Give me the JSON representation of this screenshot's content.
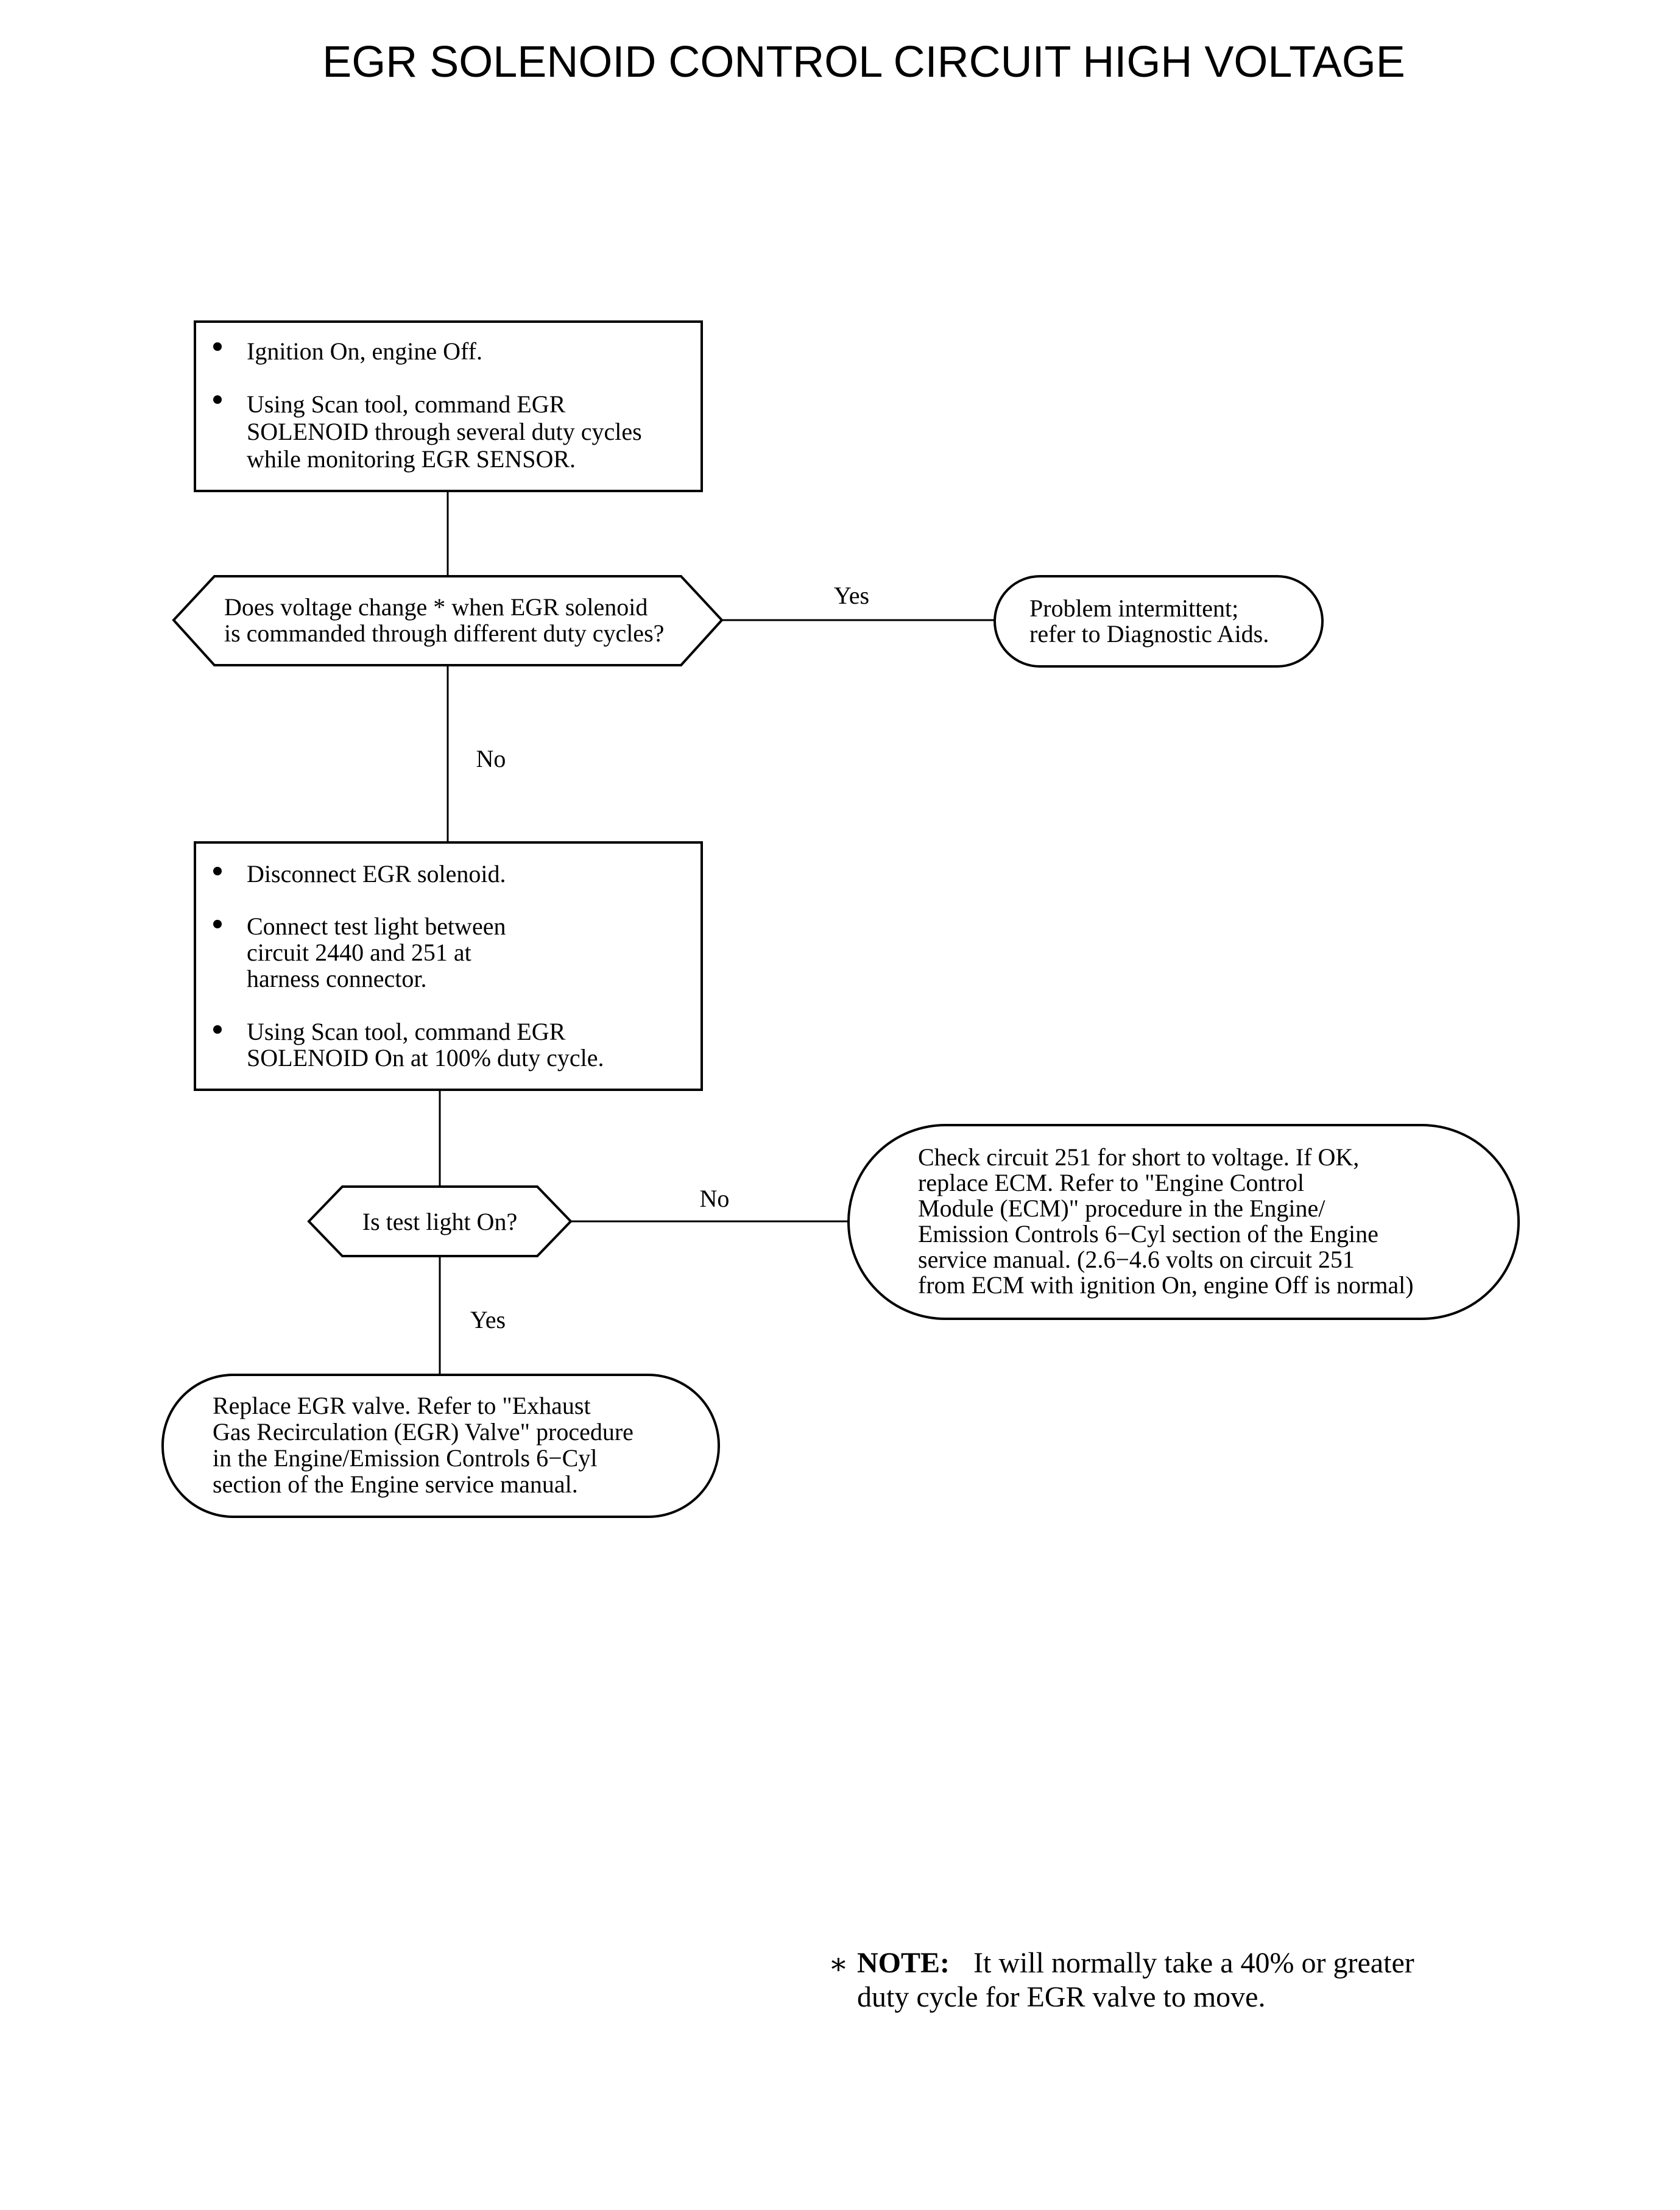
{
  "title": "EGR SOLENOID CONTROL CIRCUIT HIGH VOLTAGE",
  "step1": {
    "bullets": [
      [
        "Ignition On, engine Off."
      ],
      [
        "Using Scan tool, command EGR",
        "SOLENOID through several duty cycles",
        "while monitoring EGR SENSOR."
      ]
    ]
  },
  "decision1": {
    "lines": [
      "Does voltage change * when EGR solenoid",
      "is commanded through different duty cycles?"
    ],
    "yes_label": "Yes",
    "no_label": "No"
  },
  "result_intermittent": {
    "lines": [
      "Problem intermittent;",
      "refer to Diagnostic Aids."
    ]
  },
  "step2": {
    "bullets": [
      [
        "Disconnect EGR solenoid."
      ],
      [
        "Connect test light between",
        "circuit 2440 and 251 at",
        "harness connector."
      ],
      [
        "Using Scan tool, command EGR",
        "SOLENOID On at 100% duty cycle."
      ]
    ]
  },
  "decision2": {
    "lines": [
      "Is test light On?"
    ],
    "no_label": "No",
    "yes_label": "Yes"
  },
  "result_ecm": {
    "lines": [
      "Check circuit 251 for short to voltage. If OK,",
      "replace ECM. Refer to \"Engine Control",
      "Module (ECM)\" procedure in the Engine/",
      "Emission Controls 6−Cyl section of the Engine",
      "service manual. (2.6−4.6 volts on circuit 251",
      "from ECM with ignition On, engine Off is normal)"
    ]
  },
  "result_egr_valve": {
    "lines": [
      "Replace EGR valve. Refer to \"Exhaust",
      "Gas Recirculation (EGR) Valve\" procedure",
      "in the Engine/Emission Controls 6−Cyl",
      "section of the Engine service manual."
    ]
  },
  "note": {
    "asterisk": "∗",
    "label": "NOTE:",
    "line1": "It will normally take a 40% or greater",
    "line2": "duty cycle for EGR valve to move."
  }
}
